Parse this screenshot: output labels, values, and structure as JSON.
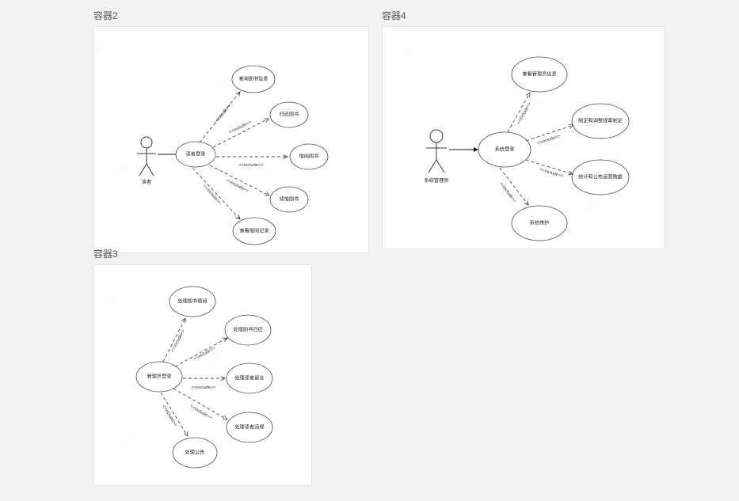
{
  "page": {
    "background": "#f2f2f2",
    "canvas_background": "#ffffff",
    "stroke_color": "#4a4a4a"
  },
  "panels": [
    {
      "title": "容器2",
      "actor": "读者",
      "center_use_case": "读者登录",
      "use_cases": [
        "查询图书信息",
        "归还图书",
        "借阅图书",
        "续借图书",
        "查看借阅记录"
      ],
      "relation_label": "<<include>>"
    },
    {
      "title": "容器4",
      "actor": "系统管理员",
      "center_use_case": "系统登录",
      "use_cases": [
        "查看管理员信息",
        "制定和调整规章制定",
        "统计和公布运营数据",
        "系统维护"
      ],
      "relation_label": "<<include>>"
    },
    {
      "title": "容器3",
      "actor": "",
      "center_use_case": "管理员登录",
      "use_cases": [
        "处理图书借阅",
        "处理图书归还",
        "处理读者留言",
        "处理读者违规",
        "处理公告"
      ],
      "relation_label": "<<include>>"
    }
  ]
}
